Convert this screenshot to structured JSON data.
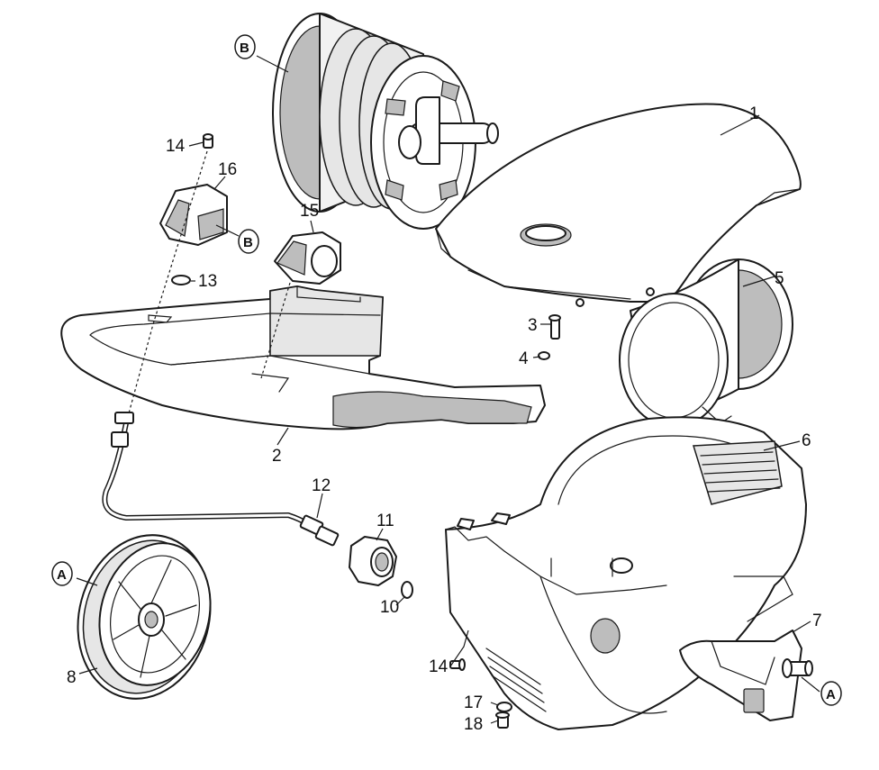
{
  "diagram": {
    "part_labels": {
      "p1": "1",
      "p2": "2",
      "p3": "3",
      "p4": "4",
      "p5": "5",
      "p6": "6",
      "p7": "7",
      "p8": "8",
      "p10": "10",
      "p11": "11",
      "p12": "12",
      "p13": "13",
      "p14a": "14",
      "p14b": "14",
      "p15": "15",
      "p16": "16",
      "p17": "17",
      "p18": "18"
    },
    "ref_tags": {
      "a_wheel": "A",
      "a_axle": "A",
      "b_reel": "B",
      "b_clip": "B"
    }
  }
}
